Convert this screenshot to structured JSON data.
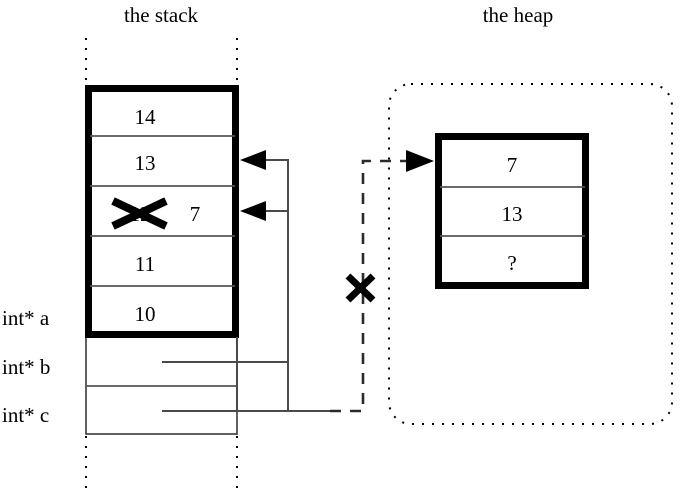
{
  "figure": {
    "type": "memory-diagram",
    "description": "Stack and heap memory diagram with pointer arrows"
  },
  "titles": {
    "stack": "the stack",
    "heap": "the heap"
  },
  "stack": {
    "cells": [
      {
        "value": "14",
        "name": "stack-cell-14"
      },
      {
        "value": "13",
        "name": "stack-cell-13"
      },
      {
        "value": "12",
        "overwrite_value": "7",
        "struck": true,
        "name": "stack-cell-12"
      },
      {
        "value": "11",
        "name": "stack-cell-11"
      },
      {
        "value": "10",
        "name": "stack-cell-10"
      }
    ],
    "variables": [
      {
        "label": "int* a",
        "name": "var-a"
      },
      {
        "label": "int* b",
        "name": "var-b"
      },
      {
        "label": "int* c",
        "name": "var-c"
      }
    ]
  },
  "heap": {
    "cells": [
      {
        "value": "7",
        "name": "heap-cell-7"
      },
      {
        "value": "13",
        "name": "heap-cell-13"
      },
      {
        "value": "?",
        "name": "heap-cell-unknown"
      }
    ]
  },
  "annotations": {
    "invalid_pointer_mark": "✕",
    "struck_value_mark": "✕"
  },
  "colors": {
    "ink": "#000000",
    "line": "#4a4a4a",
    "background": "#ffffff"
  }
}
